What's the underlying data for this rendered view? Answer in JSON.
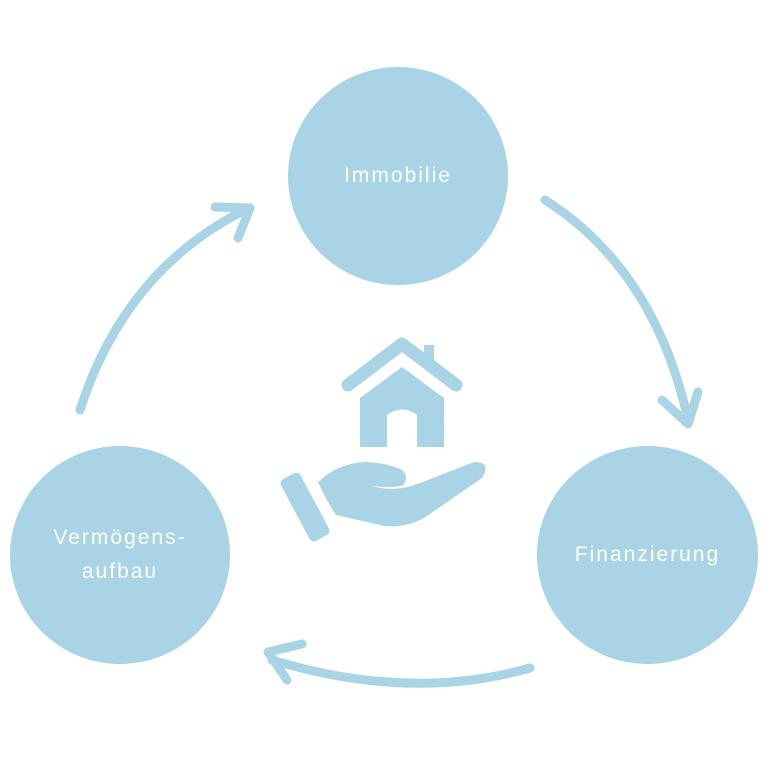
{
  "colors": {
    "primary": "#a8d4e6",
    "background": "#ffffff",
    "text": "#ffffff"
  },
  "nodes": {
    "top": {
      "label": "Immobilie"
    },
    "right": {
      "label": "Finanzierung"
    },
    "left": {
      "label_line1": "Vermögens-",
      "label_line2": "aufbau"
    }
  },
  "icons": {
    "center": "house-in-hand-icon"
  }
}
